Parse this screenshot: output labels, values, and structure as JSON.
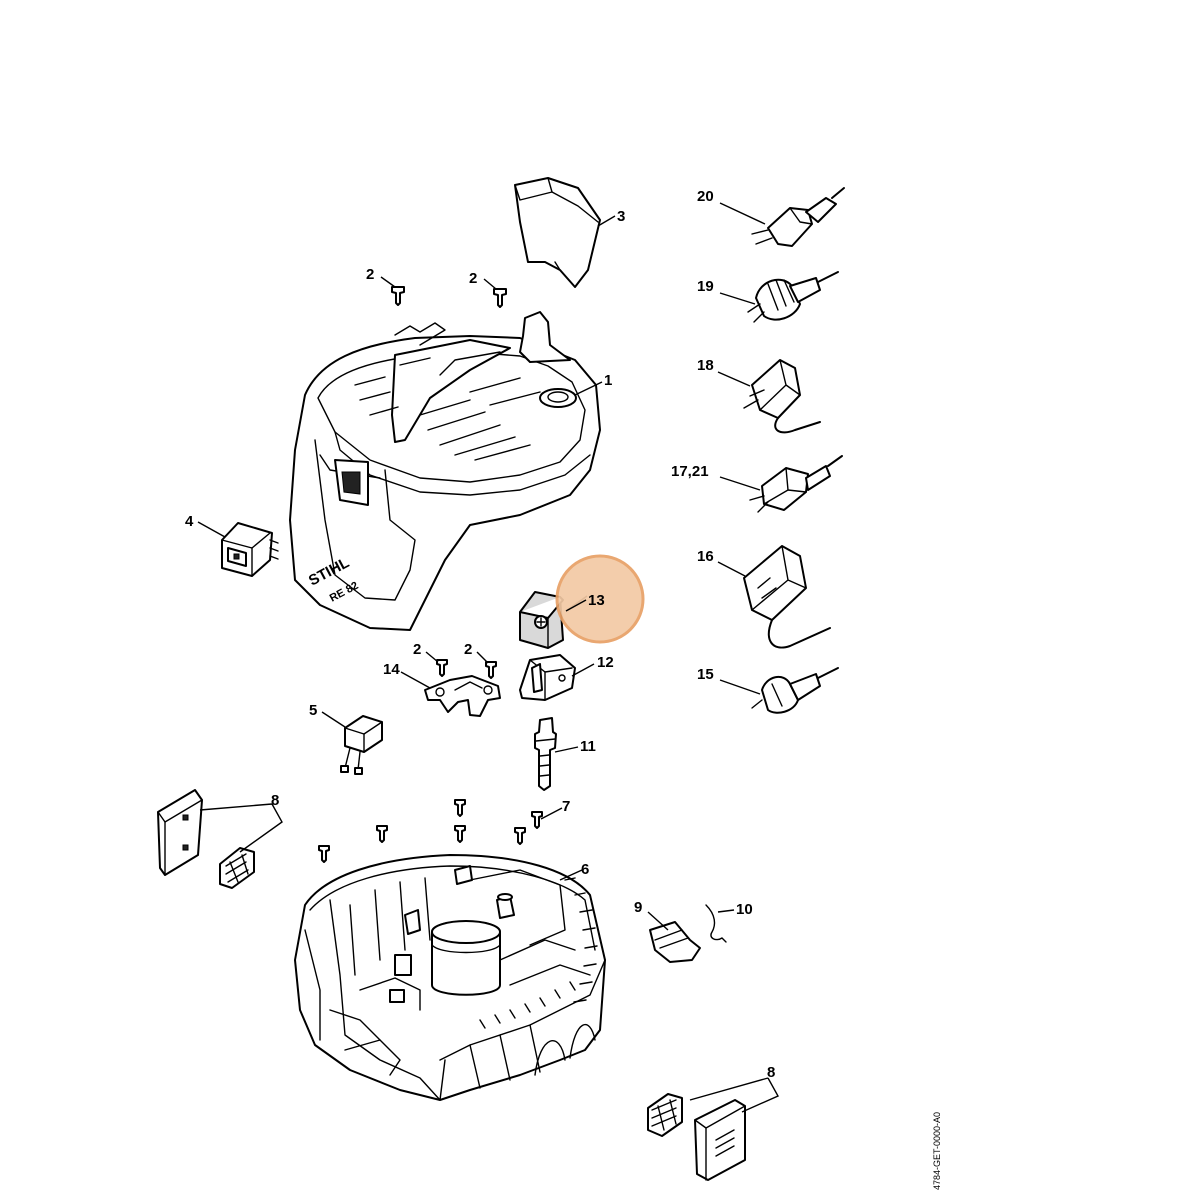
{
  "highlight": {
    "label": "13",
    "color": "#E8A065",
    "fill": "#F2C9A4"
  },
  "labels": {
    "p1": "1",
    "p2a": "2",
    "p2b": "2",
    "p2c": "2",
    "p2d": "2",
    "p3": "3",
    "p4": "4",
    "p5": "5",
    "p6": "6",
    "p7": "7",
    "p8a": "8",
    "p8b": "8",
    "p9": "9",
    "p10": "10",
    "p11": "11",
    "p12": "12",
    "p14": "14",
    "p15": "15",
    "p16": "16",
    "p17": "17,21",
    "p18": "18",
    "p19": "19",
    "p20": "20"
  },
  "brand": {
    "name": "STIHL",
    "model": "RE 82"
  },
  "drawing_code": "4784-GET-0000-A0",
  "icons": [
    "screw-icon",
    "power-plug-icon",
    "switch-icon",
    "capacitor-icon"
  ]
}
